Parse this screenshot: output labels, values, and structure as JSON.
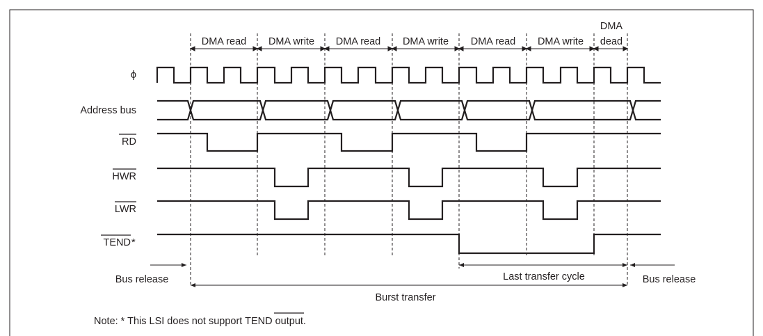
{
  "phases": [
    {
      "label": "DMA read"
    },
    {
      "label": "DMA write"
    },
    {
      "label": "DMA read"
    },
    {
      "label": "DMA write"
    },
    {
      "label": "DMA read"
    },
    {
      "label": "DMA write"
    },
    {
      "label_line1": "DMA",
      "label_line2": "dead"
    }
  ],
  "signals": {
    "phi": "ϕ",
    "address_bus": "Address bus",
    "rd": "RD",
    "hwr": "HWR",
    "lwr": "LWR",
    "tend": "TEND",
    "tend_suffix": "*"
  },
  "spans": {
    "bus_release_left": "Bus release",
    "bus_release_right": "Bus release",
    "last_transfer_cycle": "Last transfer cycle",
    "burst_transfer": "Burst transfer"
  },
  "note": {
    "prefix": "Note: * This LSI does not support ",
    "overlined": "TEND",
    "suffix": " output."
  }
}
